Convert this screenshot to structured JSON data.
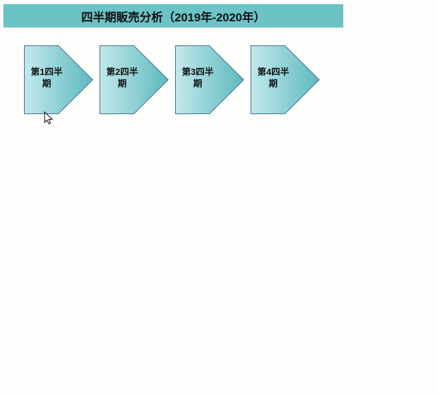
{
  "title": "四半期販売分析（2019年-2020年）",
  "quarters": [
    {
      "line1": "第1四半",
      "line2": "期"
    },
    {
      "line1": "第2四半",
      "line2": "期"
    },
    {
      "line1": "第3四半",
      "line2": "期"
    },
    {
      "line1": "第4四半",
      "line2": "期"
    }
  ],
  "colors": {
    "title_bar": "#6cc3c6",
    "shape_light": "#bde6e8",
    "shape_dark": "#62bcc0",
    "shape_border": "#3e6f8a"
  }
}
